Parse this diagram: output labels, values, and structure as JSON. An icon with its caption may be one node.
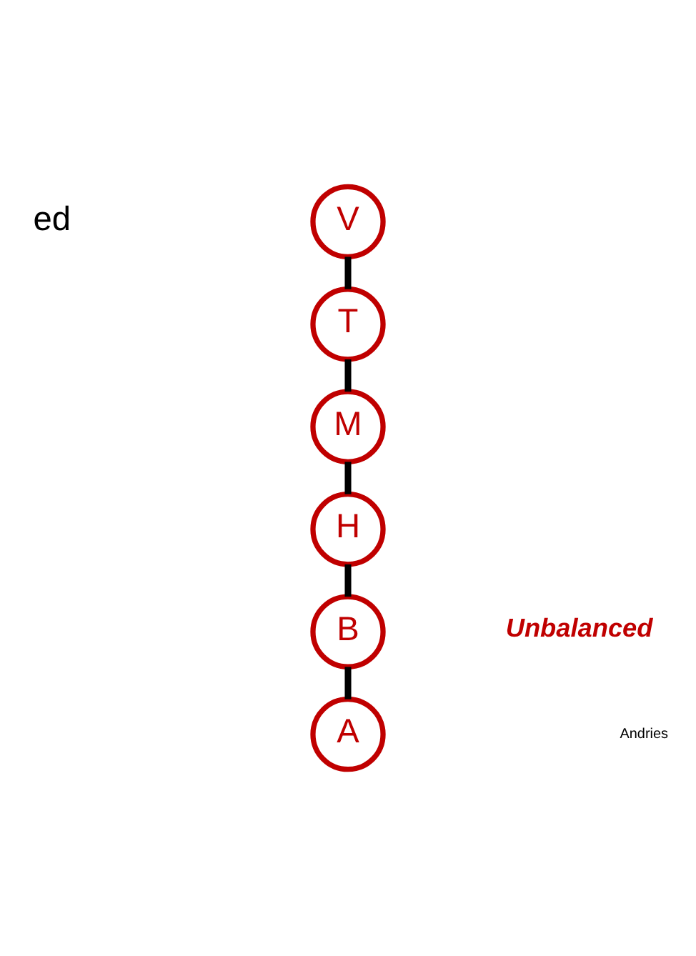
{
  "diagram": {
    "nodes": [
      {
        "text": [
          "V"
        ]
      },
      {
        "text": [
          "T"
        ]
      },
      {
        "text": [
          "M"
        ]
      },
      {
        "text": [
          "H"
        ]
      },
      {
        "text": [
          "B"
        ]
      },
      {
        "text": [
          "A"
        ]
      }
    ],
    "edges": [
      {
        "from": 0,
        "to": 1,
        "arrow": "none"
      },
      {
        "from": 1,
        "to": 2,
        "arrow": "none"
      },
      {
        "from": 2,
        "to": 3,
        "arrow": "none"
      },
      {
        "from": 3,
        "to": 4,
        "arrow": "none"
      },
      {
        "from": 4,
        "to": 5,
        "arrow": "none"
      }
    ],
    "labels": [
      "ed",
      "Unbalanced",
      "Andries"
    ]
  }
}
